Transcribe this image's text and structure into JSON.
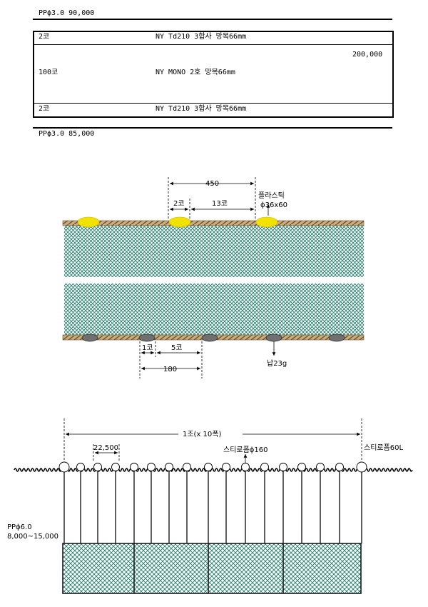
{
  "top": {
    "upper_rope": "PPϕ3.0 90,000",
    "table_rows": [
      {
        "count": "2코",
        "spec": "NY Td210 3합사 망목66mm"
      },
      {
        "count": "100코",
        "spec": "NY MONO 2호 망목66mm"
      },
      {
        "count": "2코",
        "spec": "NY Td210 3합사 망목66mm"
      }
    ],
    "length": "200,000",
    "lower_rope": "PPϕ3.0  85,000"
  },
  "detail": {
    "float_spacing": "450",
    "selvage_meshes": "2코",
    "body_meshes": "13코",
    "float_name": "플라스틱",
    "float_size": "ϕ36x60",
    "sinker_selvage": "1코",
    "sinker_body": "5코",
    "sinker_spacing": "180",
    "sinker_weight": "납23g"
  },
  "overview": {
    "set_width": "1조(x 10폭)",
    "buoy_spacing": "22,500",
    "small_float": "스티로폼ϕ160",
    "big_float": "스티로폼60L",
    "line_spec": "PPϕ6.0",
    "line_length": "8,000~15,000"
  },
  "colors": {
    "net": "#1e7a6a",
    "rope": "#b89a6a",
    "float": "#f2e200",
    "sinker": "#707070"
  }
}
